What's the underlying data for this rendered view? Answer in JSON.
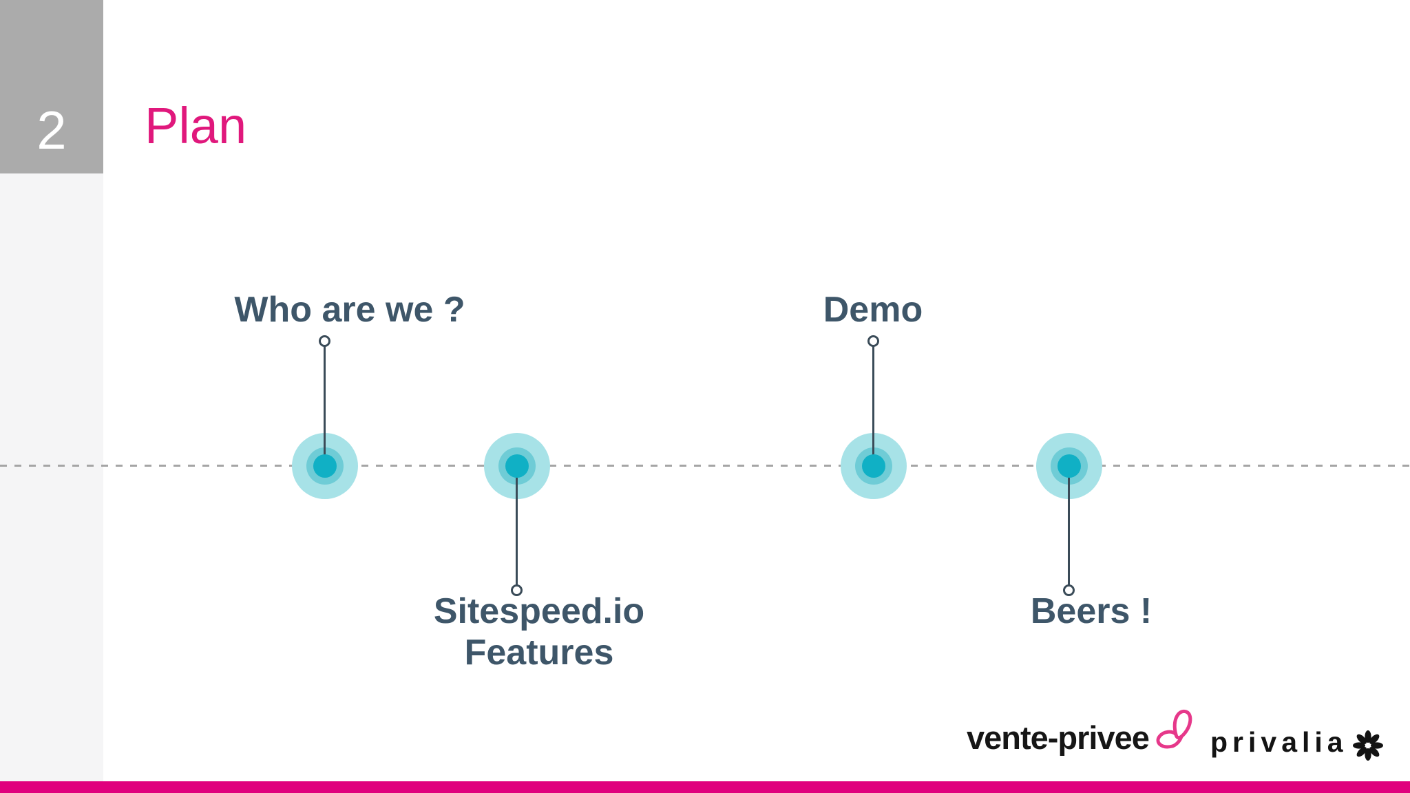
{
  "slide": {
    "number": "2",
    "title": "Plan"
  },
  "timeline": {
    "markers": [
      {
        "label_lines": [
          "Who are we ?"
        ],
        "side": "above"
      },
      {
        "label_lines": [
          "Sitespeed.io",
          "Features"
        ],
        "side": "below"
      },
      {
        "label_lines": [
          "Demo"
        ],
        "side": "above"
      },
      {
        "label_lines": [
          "Beers !"
        ],
        "side": "below"
      }
    ]
  },
  "footer": {
    "vente_privee_label": "vente-privee",
    "privalia_label": "privalia",
    "icons": {
      "butterfly": "butterfly-icon",
      "flower": "flower-asterisk-icon"
    }
  },
  "colors": {
    "accent_bar": "#e0007d",
    "title_pink": "#e0187c",
    "slide_number_box": "#ababab",
    "sidebar_gray": "#f5f5f6",
    "label_text": "#3e5669",
    "dot_inner": "#10b0c5",
    "dot_middle": "#6fccd6",
    "dot_outer": "#a7e2e7",
    "connector_line": "#3a4b58",
    "dashed_line": "#a5a5a5",
    "butterfly_pink": "#e6388a",
    "logo_black": "#161616"
  }
}
